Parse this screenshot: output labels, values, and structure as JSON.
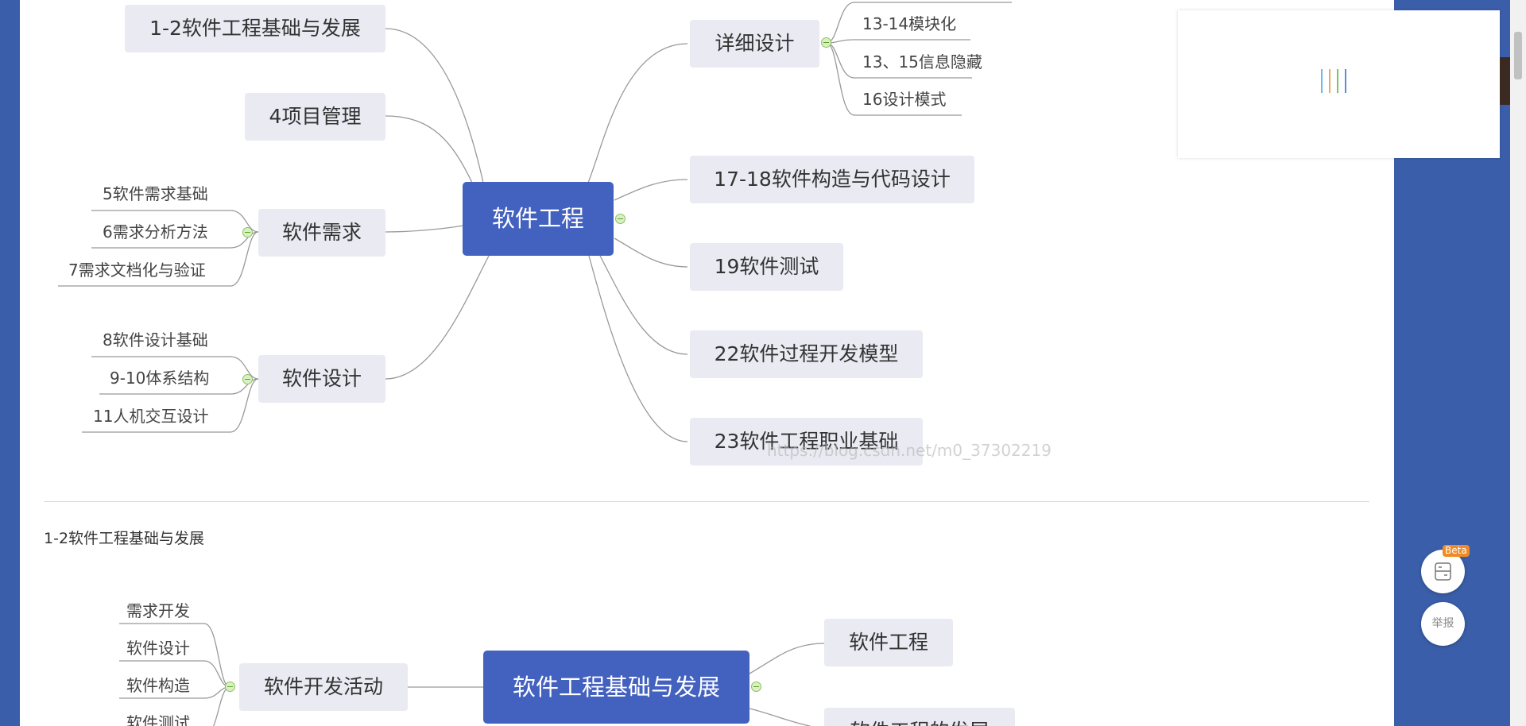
{
  "mindmap1": {
    "root": "软件工程",
    "left": [
      {
        "label": "1-2软件工程基础与发展"
      },
      {
        "label": "4项目管理"
      },
      {
        "label": "软件需求",
        "children": [
          "5软件需求基础",
          "6需求分析方法",
          "7需求文档化与验证"
        ]
      },
      {
        "label": "软件设计",
        "children": [
          "8软件设计基础",
          "9-10体系结构",
          "11人机交互设计"
        ]
      }
    ],
    "right": [
      {
        "label": "详细设计",
        "children": [
          "13-14模块化",
          "13、15信息隐藏",
          "16设计模式"
        ]
      },
      {
        "label": "17-18软件构造与代码设计"
      },
      {
        "label": "19软件测试"
      },
      {
        "label": "22软件过程开发模型"
      },
      {
        "label": "23软件工程职业基础"
      }
    ]
  },
  "watermark": "https://blog.csdn.net/m0_37302219",
  "section_heading": "1-2软件工程基础与发展",
  "mindmap2": {
    "root": "软件工程基础与发展",
    "left": [
      {
        "label": "软件开发活动",
        "children": [
          "需求开发",
          "软件设计",
          "软件构造",
          "软件测试"
        ]
      }
    ],
    "right": [
      {
        "label": "软件工程"
      },
      {
        "label": "软件工程的发展"
      }
    ]
  },
  "popup": {
    "bar_colors": [
      "#6cb8e8",
      "#f0a85a",
      "#7cc26a",
      "#5a8fd8"
    ]
  },
  "float_buttons": {
    "beta_badge": "Beta",
    "report_label": "举报"
  },
  "colors": {
    "outer_background": "#3a5ea9",
    "root_node": "#4361bf",
    "topic_node": "#e9eaf2",
    "connector": "#999999",
    "collapse_button": "#8cc060"
  }
}
